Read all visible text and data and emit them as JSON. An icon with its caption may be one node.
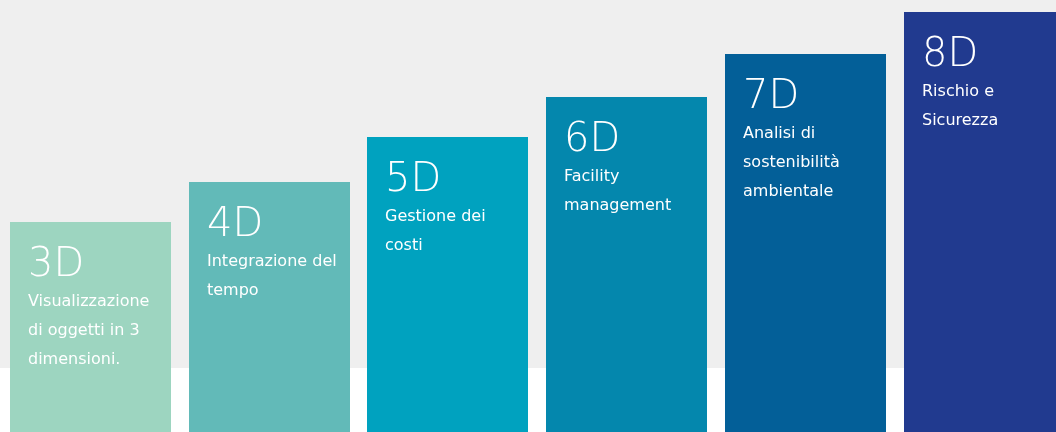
{
  "diagram": {
    "nodes": [
      {
        "text": [
          "3D",
          "Visualizzazione di oggetti in 3 dimensioni."
        ]
      },
      {
        "text": [
          "4D",
          "Integrazione del tempo"
        ]
      },
      {
        "text": [
          "5D",
          "Gestione dei costi"
        ]
      },
      {
        "text": [
          "6D",
          "Facility management"
        ]
      },
      {
        "text": [
          "7D",
          "Analisi di sostenibilità ambientale"
        ]
      },
      {
        "text": [
          "8D",
          "Rischio e Sicurezza"
        ]
      }
    ]
  }
}
